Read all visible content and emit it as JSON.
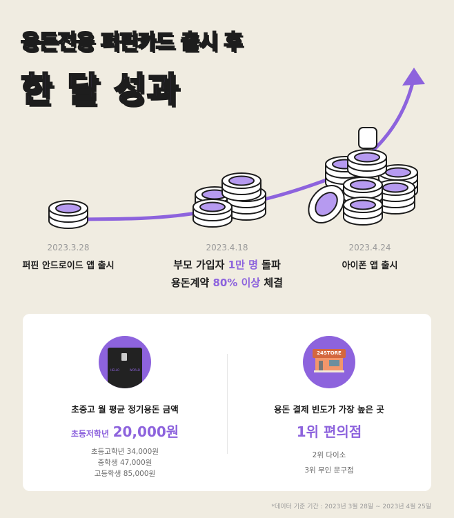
{
  "header": {
    "title_line1": "용돈전용 퍼핀카드 출시 후",
    "title_line2": "한 달 성과"
  },
  "colors": {
    "background": "#f0ece1",
    "accent": "#8d63dd",
    "text": "#1d1d1d"
  },
  "milestones": [
    {
      "date": "2023.3.28",
      "label": "퍼핀 안드로이드 앱 출시"
    },
    {
      "date": "2023.4.18",
      "line1_pre": "부모 가입자 ",
      "line1_hl": "1만 명",
      "line1_post": " 돌파",
      "line2_pre": "용돈계약 ",
      "line2_hl": "80% 이상",
      "line2_post": " 체결"
    },
    {
      "date": "2023.4.24",
      "label": "아이폰 앱 출시"
    }
  ],
  "stats": {
    "allowance": {
      "icon": "puffin-card-icon",
      "card_text_left": "HELLO",
      "card_text_right": "WORLD",
      "title": "초중고 월 평균 정기용돈 금액",
      "highlight_prefix": "초등저학년",
      "highlight_value": "20,000원",
      "rows": [
        "초등고학년 34,000원",
        "중학생 47,000원",
        "고등학생 85,000원"
      ]
    },
    "store": {
      "icon": "convenience-store-icon",
      "sign_text": "24STORE",
      "title": "용돈 결제 빈도가 가장 높은 곳",
      "highlight": "1위 편의점",
      "rows": [
        "2위 다이소",
        "3위 무인 문구점"
      ]
    }
  },
  "footnote": "*데이터 기준 기간 : 2023년 3월 28일 ~ 2023년 4월 25일"
}
